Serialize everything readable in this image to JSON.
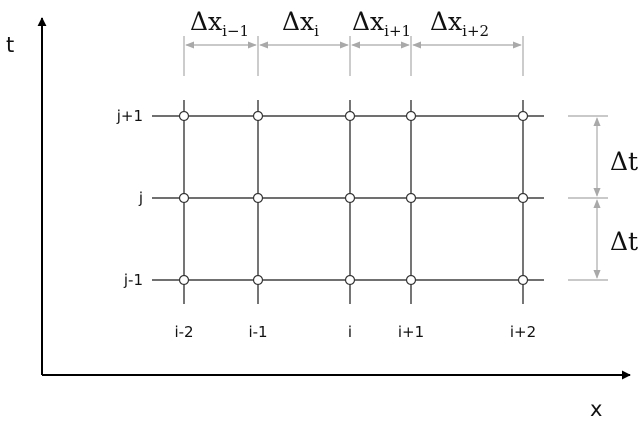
{
  "diagram": {
    "axis_x_label": "x",
    "axis_t_label": "t",
    "columns": [
      "i-2",
      "i-1",
      "i",
      "i+1",
      "i+2"
    ],
    "rows": [
      "j+1",
      "j",
      "j-1"
    ],
    "dx_labels": [
      {
        "base": "Δx",
        "sub": "i−1"
      },
      {
        "base": "Δx",
        "sub": "i"
      },
      {
        "base": "Δx",
        "sub": "i+1"
      },
      {
        "base": "Δx",
        "sub": "i+2"
      }
    ],
    "dt_labels": [
      {
        "base": "Δt"
      },
      {
        "base": "Δt"
      }
    ],
    "colors": {
      "grid": "#1a1a1a",
      "dimension": "#a9a9a9",
      "node_fill": "#ffffff",
      "text": "#111111"
    }
  }
}
